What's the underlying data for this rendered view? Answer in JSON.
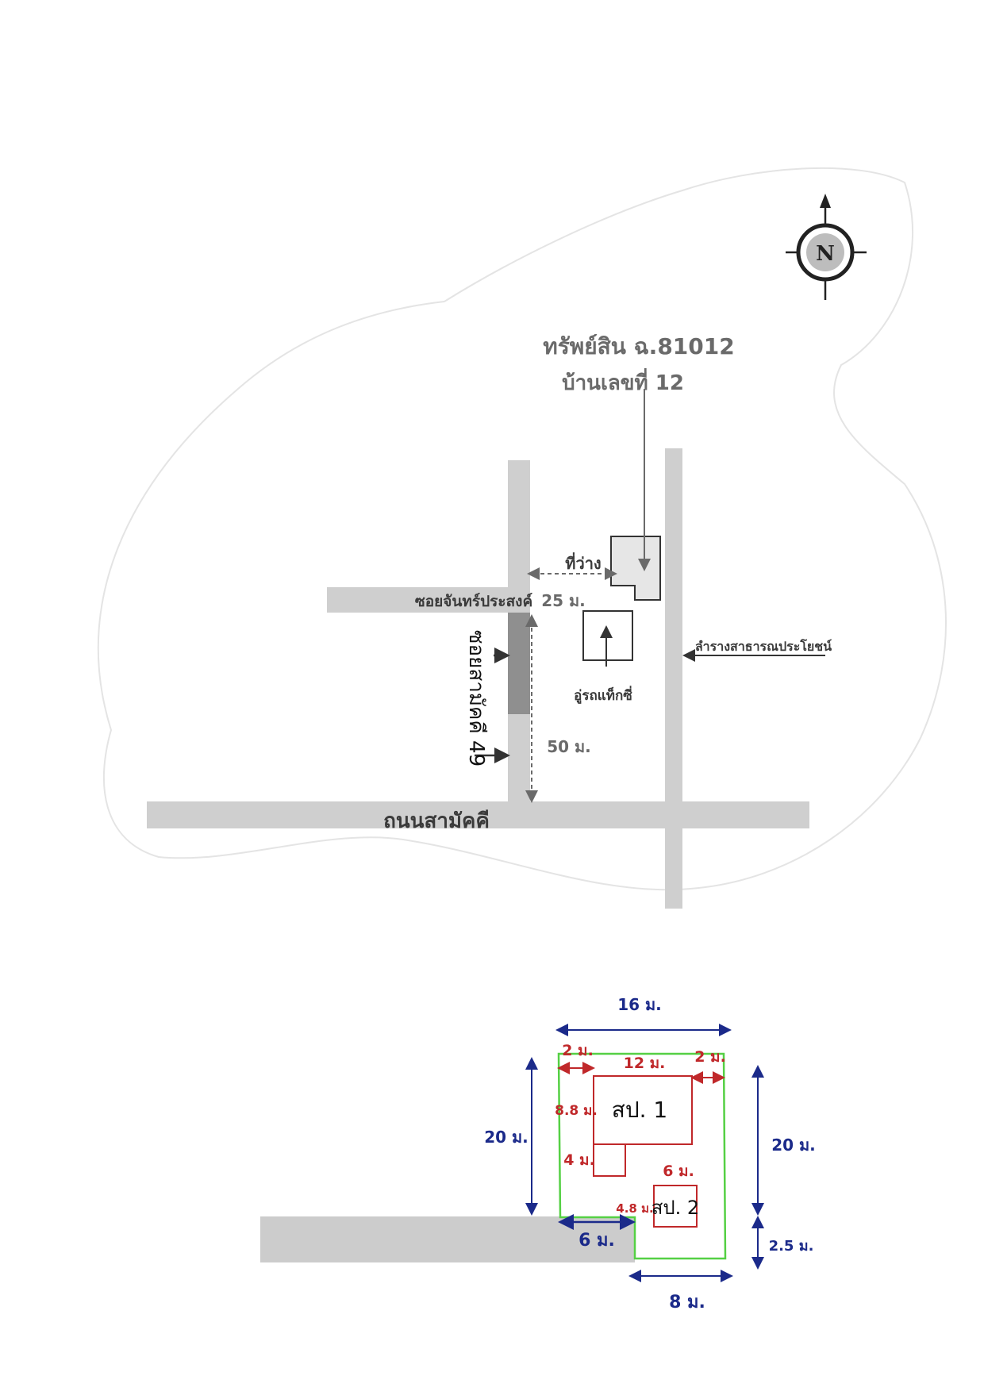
{
  "map": {
    "north_label": "N",
    "property_title": "ทรัพย์สิน ฉ.81012",
    "house_number": "บ้านเลขที่ 12",
    "vacant_land": "ที่ว่าง",
    "soi_chan": "ซอยจันทร์ประสงค์",
    "dist_25": "25 ม.",
    "dist_50": "50 ม.",
    "public_drain": "ลำรางสาธารณประโยชน์",
    "taxi_garage": "อู่รถแท็กซี่",
    "soi_samakkhi": "ซอยสามัคคี 49",
    "main_road": "ถนนสามัคคี"
  },
  "plan": {
    "width_top": "16 ม.",
    "setback_left": "2 ม.",
    "setback_right": "2 ม.",
    "b1_width": "12 ม.",
    "b1_depth": "8.8 ม.",
    "b1_label": "สป. 1",
    "annex_depth": "4 ม.",
    "b2_width": "6 ม.",
    "b2_depth": "4.8 ม.",
    "b2_label": "สป. 2",
    "left_side": "20 ม.",
    "right_side": "20 ม.",
    "access_width": "6 ม.",
    "extension": "2.5 ม.",
    "bottom_width": "8 ม."
  },
  "colors": {
    "road": "#cfcfcf",
    "road_dark": "#8f8f8f",
    "lot_outline": "#55d044",
    "building_outline": "#c0282a",
    "dim_red": "#c0282a",
    "dim_blue": "#1b2a8a"
  }
}
